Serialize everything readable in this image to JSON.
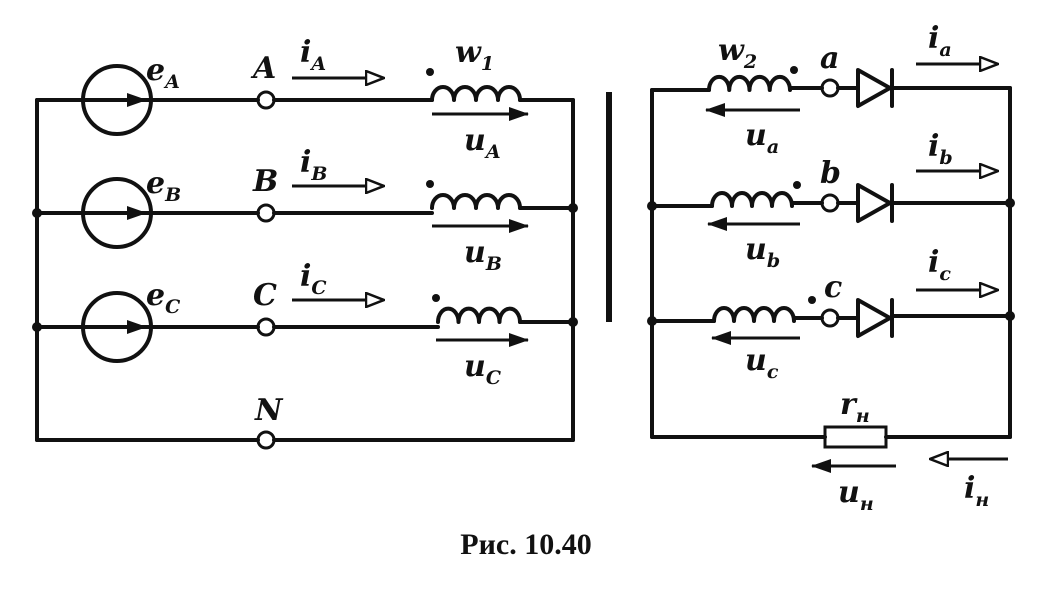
{
  "caption": "Рис. 10.40",
  "primary": {
    "sources": [
      {
        "sym": "e",
        "sub": "A"
      },
      {
        "sym": "e",
        "sub": "B"
      },
      {
        "sym": "e",
        "sub": "C"
      }
    ],
    "terminals": [
      "A",
      "B",
      "C",
      "N"
    ],
    "currents": [
      {
        "sym": "i",
        "sub": "A"
      },
      {
        "sym": "i",
        "sub": "B"
      },
      {
        "sym": "i",
        "sub": "C"
      }
    ],
    "voltages": [
      {
        "sym": "u",
        "sub": "A"
      },
      {
        "sym": "u",
        "sub": "B"
      },
      {
        "sym": "u",
        "sub": "C"
      }
    ],
    "winding": {
      "sym": "w",
      "sub": "1"
    }
  },
  "secondary": {
    "winding": {
      "sym": "w",
      "sub": "2"
    },
    "terminals": [
      "a",
      "b",
      "c"
    ],
    "currents": [
      {
        "sym": "i",
        "sub": "a"
      },
      {
        "sym": "i",
        "sub": "b"
      },
      {
        "sym": "i",
        "sub": "c"
      }
    ],
    "voltages": [
      {
        "sym": "u",
        "sub": "a"
      },
      {
        "sym": "u",
        "sub": "b"
      },
      {
        "sym": "u",
        "sub": "c"
      }
    ],
    "load": {
      "sym": "r",
      "sub": "н"
    },
    "load_voltage": {
      "sym": "u",
      "sub": "н"
    },
    "load_current": {
      "sym": "i",
      "sub": "н"
    }
  }
}
